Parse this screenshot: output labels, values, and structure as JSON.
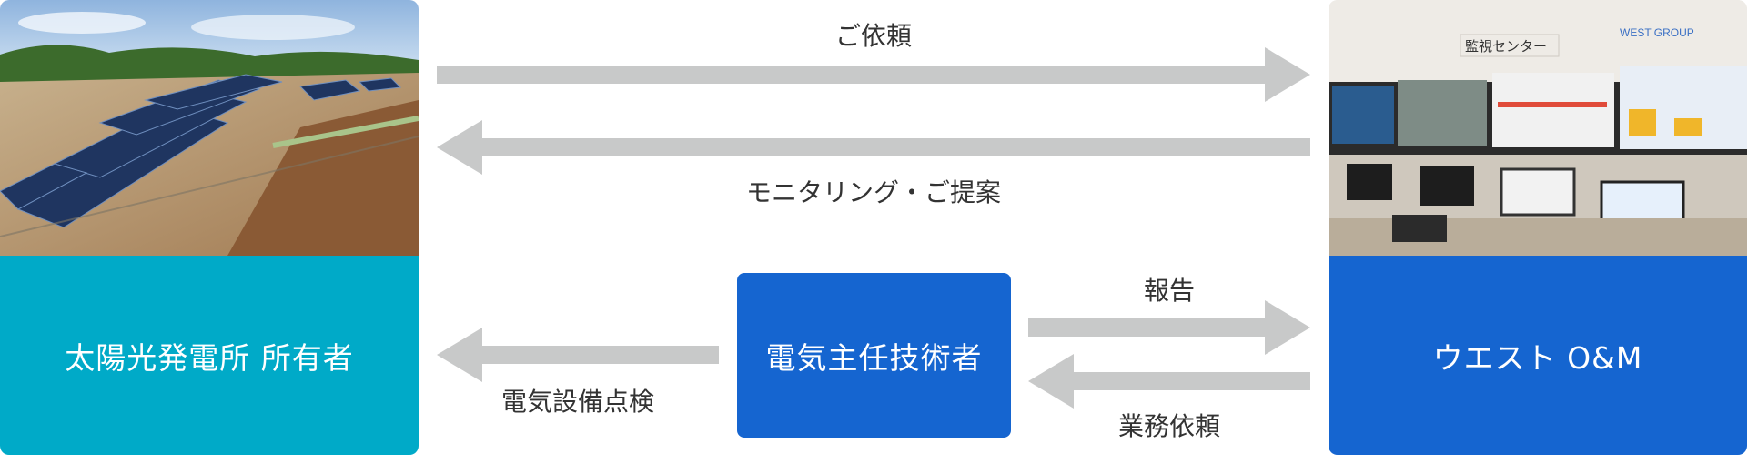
{
  "owner": {
    "label": "太陽光発電所 所有者",
    "color": "#00aac8",
    "photo": "solar-farm-photo"
  },
  "company": {
    "label": "ウエスト O&M",
    "color": "#1565d0",
    "photo": "monitoring-center-photo",
    "photo_signs": {
      "center_sign": "監視センター",
      "group_logo": "WEST GROUP"
    }
  },
  "engineer": {
    "label": "電気主任技術者",
    "color": "#1565d0"
  },
  "flows": {
    "request": "ご依頼",
    "monitoring": "モニタリング・ご提案",
    "report": "報告",
    "work_request": "業務依頼",
    "inspection": "電気設備点検"
  },
  "arrow_color": "#c8c9c9"
}
